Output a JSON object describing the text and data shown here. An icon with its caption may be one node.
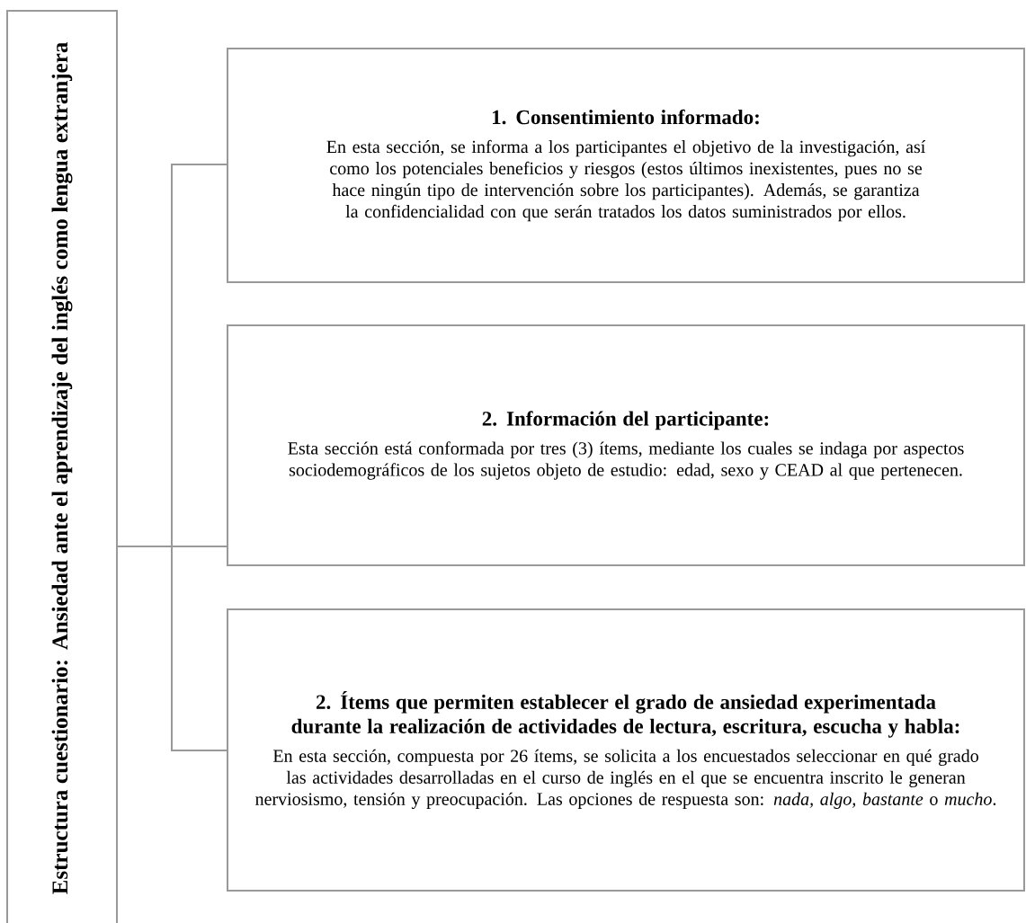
{
  "diagram": {
    "nodes": [
      {
        "text": [
          "Estructura cuestionario: Ansiedad ante el aprendizaje del inglés como lengua extranjera"
        ]
      },
      {
        "text": [
          "1. Consentimiento informado:",
          "En esta sección, se informa a los participantes el objetivo de la investigación, así como los potenciales beneficios y riesgos (estos últimos inexistentes, pues no se hace ningún tipo de intervención sobre los participantes).  Además, se garantiza la confidencialidad con que serán tratados los datos suministrados por ellos."
        ]
      },
      {
        "text": [
          "2. Información del participante:",
          "Esta sección está conformada por tres (3) ítems, mediante los cuales se indaga por aspectos sociodemográficos de los sujetos objeto de estudio: edad, sexo y CEAD al que pertenecen."
        ]
      },
      {
        "text": [
          "2. Ítems que permiten establecer el grado de ansiedad experimentada durante la realización de actividades de lectura, escritura, escucha y habla:",
          "En esta sección, compuesta por 26 ítems, se solicita a los encuestados seleccionar en qué grado las actividades desarrolladas en el curso de inglés en el que se encuentra inscrito le generan nerviosismo, tensión y preocupación.  Las opciones de respuesta son: *nada, algo, bastante* o *mucho*."
        ]
      }
    ],
    "edges": [
      {
        "from": 0,
        "to": 1,
        "arrow": "none"
      },
      {
        "from": 0,
        "to": 2,
        "arrow": "none"
      },
      {
        "from": 0,
        "to": 3,
        "arrow": "none"
      }
    ]
  }
}
